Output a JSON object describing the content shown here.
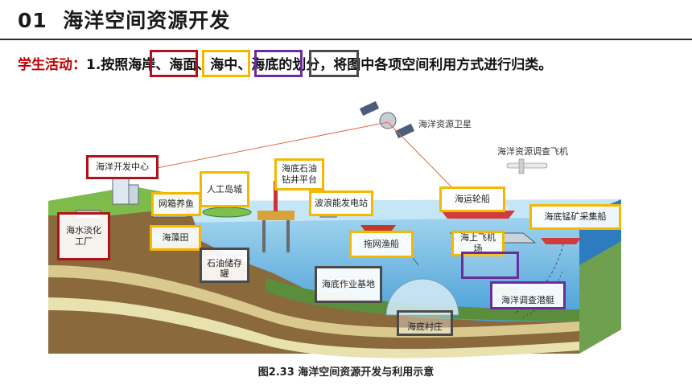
{
  "header": {
    "number": "01",
    "title": "海洋空间资源开发"
  },
  "task": {
    "prefix": "学生活动：",
    "text_a": "1.按照",
    "k1": "海岸",
    "s1": "、",
    "k2": "海面",
    "s2": "、",
    "k3": "海中",
    "s3": "、",
    "k4": "海底",
    "text_b": "的划分，将图中各项空间利用方式进行归类。"
  },
  "labels": {
    "satellite": "海洋资源卫星",
    "plane": "海洋资源调查飞机",
    "dev_center": "海洋开发中心",
    "desal": "海水淡化工厂",
    "net_fish": "网箱养鱼",
    "island_city": "人工岛城",
    "oil_platform": "海底石油钻井平台",
    "wave_power": "波浪能发电站",
    "ship": "海运轮船",
    "manganese": "海底锰矿采集船",
    "seaweed": "海藻田",
    "oil_storage": "石油储存罐",
    "trawler": "拖网渔船",
    "airport": "海上飞机场",
    "seabed_base": "海底作业基地",
    "submarine": "海洋调查潜艇",
    "seabed_village": "海底村庄"
  },
  "caption": "图2.33  海洋空间资源开发与利用示意",
  "colors": {
    "coast": "#b0121b",
    "surface": "#f5b800",
    "midwater": "#6a2d9c",
    "seabed": "#4a4a4a",
    "task_red": "#c00000"
  }
}
